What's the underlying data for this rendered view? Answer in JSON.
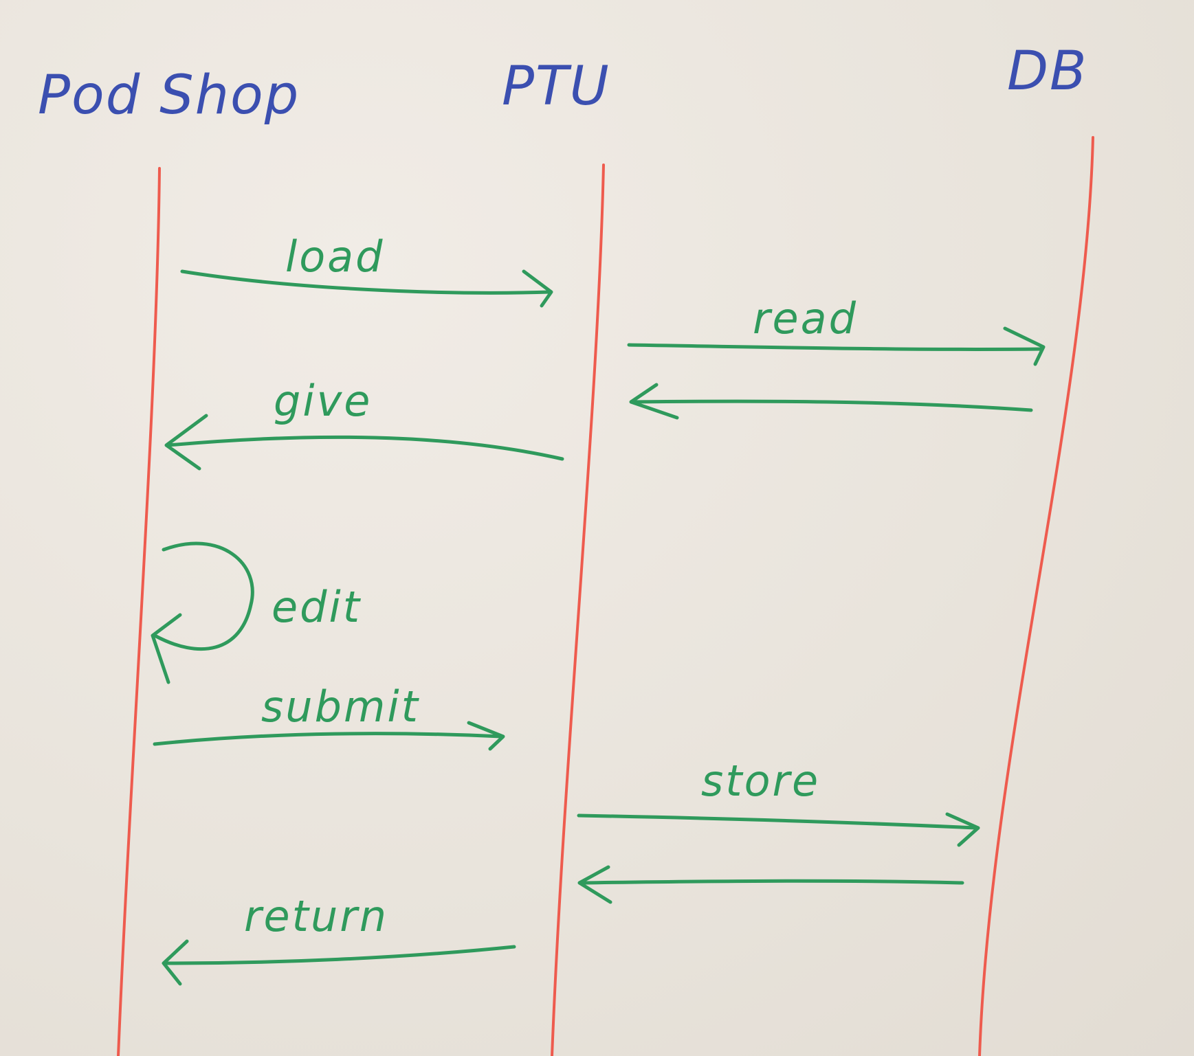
{
  "actors": {
    "left": "Pod Shop",
    "middle": "PTU",
    "right": "DB"
  },
  "messages": {
    "load": "load",
    "read": "read",
    "give": "give",
    "edit": "edit",
    "submit": "submit",
    "store": "store",
    "return": "return"
  },
  "colors": {
    "actor_ink": "#3b4fb0",
    "lifeline_ink": "#ee5b4e",
    "message_ink": "#2f9a5c"
  }
}
